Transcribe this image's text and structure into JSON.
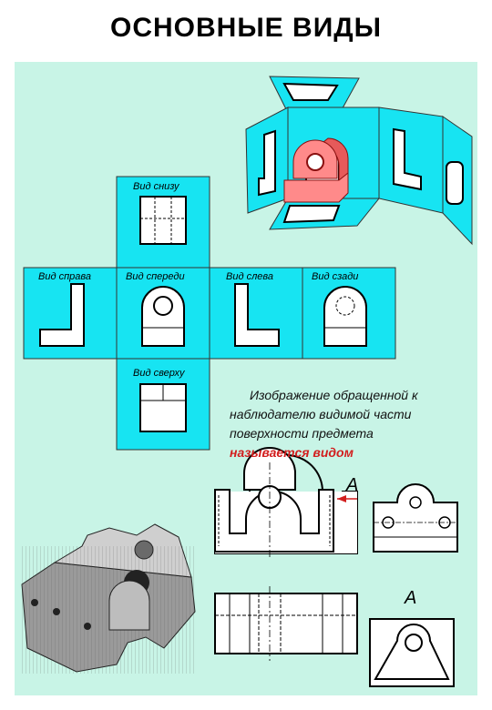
{
  "poster": {
    "title": "ОСНОВНЫЕ ВИДЫ",
    "colors": {
      "background": "#c8f4e6",
      "view_fill": "#17e4f2",
      "accent_red": "#d21e1e"
    }
  },
  "views": {
    "bottom": "Вид снизу",
    "right": "Вид справа",
    "front": "Вид спереди",
    "left": "Вид слева",
    "back": "Вид сзади",
    "top": "Вид сверху"
  },
  "definition": {
    "line1": "Изображение обращенной к",
    "line2": "наблюдателю видимой части",
    "line3": "поверхности предмета",
    "line4": "называется видом"
  },
  "drawing": {
    "arrow_label": "А",
    "view_label": "А"
  }
}
